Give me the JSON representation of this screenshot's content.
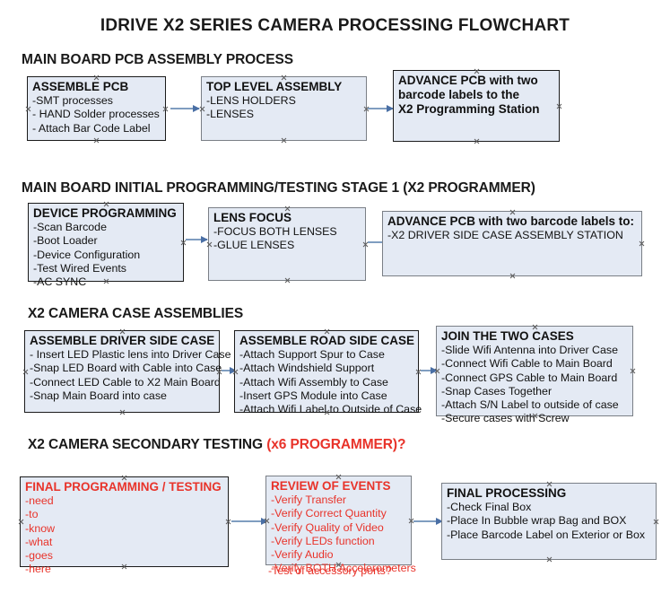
{
  "document": {
    "title": "IDRIVE X2  SERIES CAMERA PROCESSING FLOWCHART",
    "colors": {
      "box_fill": "#e4eaf4",
      "box_border": "#1b1b1b",
      "box_border_gray": "#7a7f86",
      "arrow": "#7f9dc0",
      "arrow_head": "#4a6fa5",
      "text": "#111111",
      "accent_red": "#e8332a"
    }
  },
  "sections": [
    {
      "id": "main-board-pcb-assembly",
      "heading": "MAIN BOARD PCB ASSEMBLY PROCESS",
      "heading_accent": "",
      "boxes": [
        {
          "id": "assemble-pcb",
          "title": "ASSEMBLE PCB",
          "lines": [
            "-SMT processes",
            "- HAND Solder processes",
            "- Attach Bar Code Label"
          ]
        },
        {
          "id": "top-level-assembly",
          "title": "TOP LEVEL ASSEMBLY",
          "lines": [
            "-LENS HOLDERS",
            "-LENSES"
          ]
        },
        {
          "id": "advance-pcb-programming-station",
          "title": "ADVANCE PCB with two",
          "lines": [
            "barcode labels to the",
            " X2 Programming Station"
          ]
        }
      ]
    },
    {
      "id": "main-board-initial-programming",
      "heading": "MAIN BOARD INITIAL PROGRAMMING/TESTING STAGE 1 (X2 PROGRAMMER)",
      "heading_accent": "",
      "boxes": [
        {
          "id": "device-programming",
          "title": "DEVICE PROGRAMMING",
          "lines": [
            "-Scan Barcode",
            "-Boot Loader",
            "-Device Configuration",
            "-Test Wired Events",
            "-AC SYNC"
          ]
        },
        {
          "id": "lens-focus",
          "title": "LENS FOCUS",
          "lines": [
            "-FOCUS BOTH LENSES",
            "-GLUE LENSES"
          ]
        },
        {
          "id": "advance-pcb-driver-side-case",
          "title": "ADVANCE PCB with two barcode labels to:",
          "lines": [
            "-X2 DRIVER  SIDE  CASE  ASSEMBLY STATION"
          ]
        }
      ]
    },
    {
      "id": "x2-camera-case-assemblies",
      "heading": "X2 CAMERA CASE ASSEMBLIES",
      "heading_accent": "",
      "boxes": [
        {
          "id": "assemble-driver-side-case",
          "title": "ASSEMBLE DRIVER SIDE CASE",
          "lines": [
            "- Insert LED Plastic lens into Driver Case",
            "-Snap LED Board with Cable into Case",
            "-Connect LED Cable to X2 Main Board",
            "-Snap Main Board into case"
          ]
        },
        {
          "id": "assemble-road-side-case",
          "title": "ASSEMBLE ROAD SIDE CASE",
          "lines": [
            "-Attach Support Spur to Case",
            "-Attach Windshield Support",
            "-Attach Wifi Assembly to Case",
            "-Insert GPS Module into Case",
            "-Attach Wifi Label to Outside of Case"
          ]
        },
        {
          "id": "join-the-two-cases",
          "title": "JOIN THE TWO CASES",
          "lines": [
            "-Slide Wifi Antenna into Driver Case",
            "-Connect Wifi Cable to Main Board",
            "-Connect GPS Cable to Main Board",
            "-Snap Cases Together",
            "-Attach S/N Label to outside of case",
            "-Secure cases with Screw"
          ]
        }
      ]
    },
    {
      "id": "x2-camera-secondary-testing",
      "heading": "X2 CAMERA SECONDARY TESTING ",
      "heading_accent": "(x6 PROGRAMMER)?",
      "boxes": [
        {
          "id": "final-programming-testing",
          "title": "FINAL PROGRAMMING / TESTING",
          "lines": [
            "-need",
            "-to",
            "-know",
            "-what",
            "-goes",
            "-here"
          ]
        },
        {
          "id": "review-of-events",
          "title": "REVIEW OF EVENTS",
          "lines": [
            "-Verify Transfer",
            "-Verify Correct Quantity",
            "-Verify Quality of Video",
            "-Verify LEDs function",
            "-Verify Audio",
            "-Verify BOTH Accelerometers"
          ],
          "overflow_line": "-Test of accessory ports?"
        },
        {
          "id": "final-processing",
          "title": "FINAL PROCESSING",
          "lines": [
            " -Check Final Box",
            "-Place In Bubble wrap Bag and BOX",
            "-Place Barcode Label on Exterior or Box"
          ]
        }
      ]
    }
  ]
}
